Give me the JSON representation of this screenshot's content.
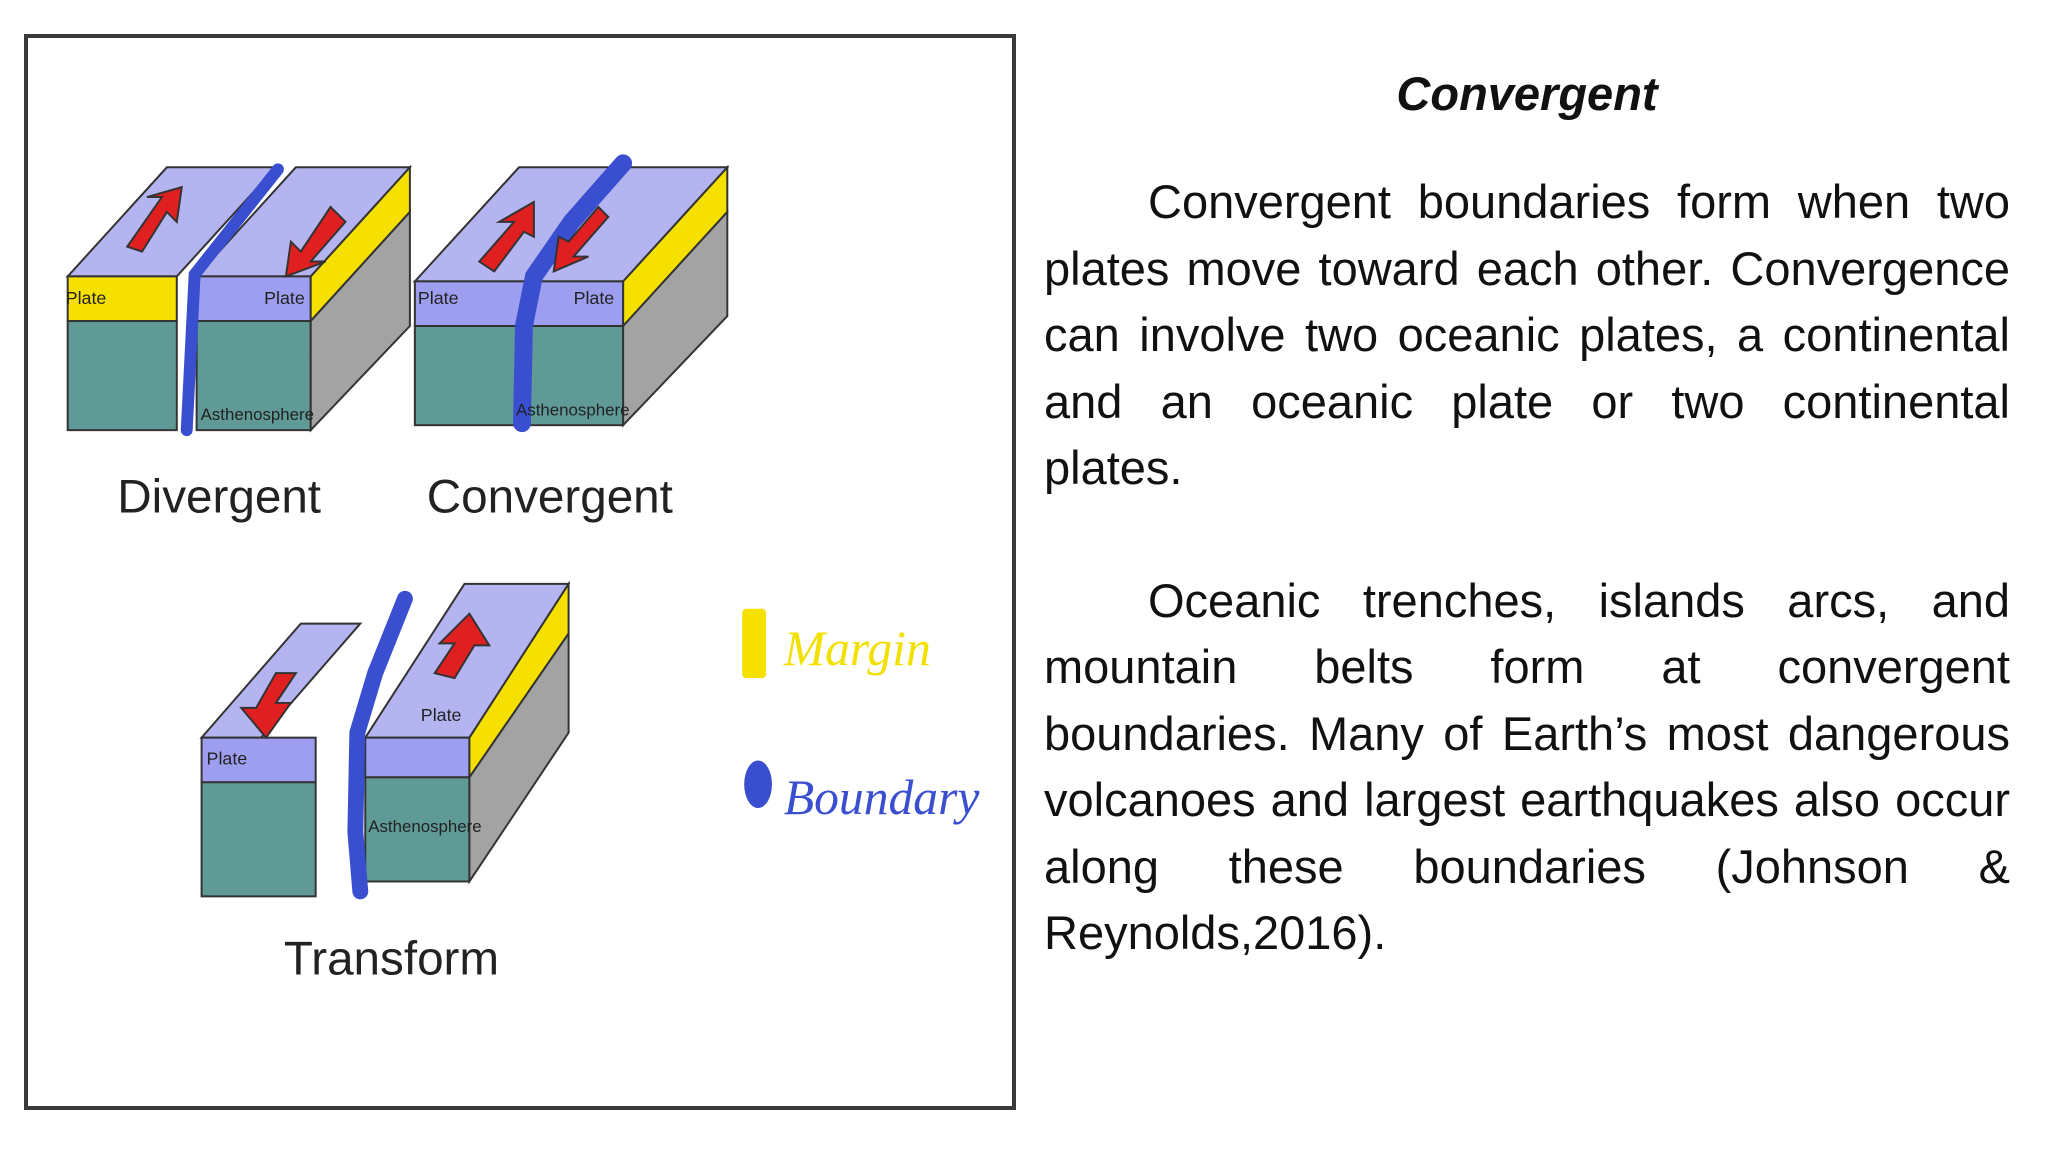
{
  "figure": {
    "labels": {
      "plate": "Plate",
      "asthenosphere": "Asthenosphere",
      "divergent": "Divergent",
      "convergent": "Convergent",
      "transform": "Transform"
    },
    "legend": {
      "margin": "Margin",
      "boundary": "Boundary"
    },
    "colors": {
      "plate_top": "#b4b4f0",
      "plate_side": "#9e9ef0",
      "asthenosphere": "#5f9a96",
      "side_gray": "#a3a3a3",
      "margin_yellow": "#f5e000",
      "boundary_blue": "#3a4fd0",
      "arrow_red": "#e02020"
    }
  },
  "text": {
    "heading": "Convergent",
    "paragraph_1": "Convergent boundaries form when two plates move toward each other. Convergence can involve two oceanic plates, a continental and an oceanic plate or two continental plates.",
    "paragraph_2": "Oceanic trenches, islands arcs, and mountain belts form at convergent boundaries. Many of Earth’s most dangerous volcanoes and largest earthquakes also occur along these boundaries (Johnson & Reynolds,2016)."
  }
}
